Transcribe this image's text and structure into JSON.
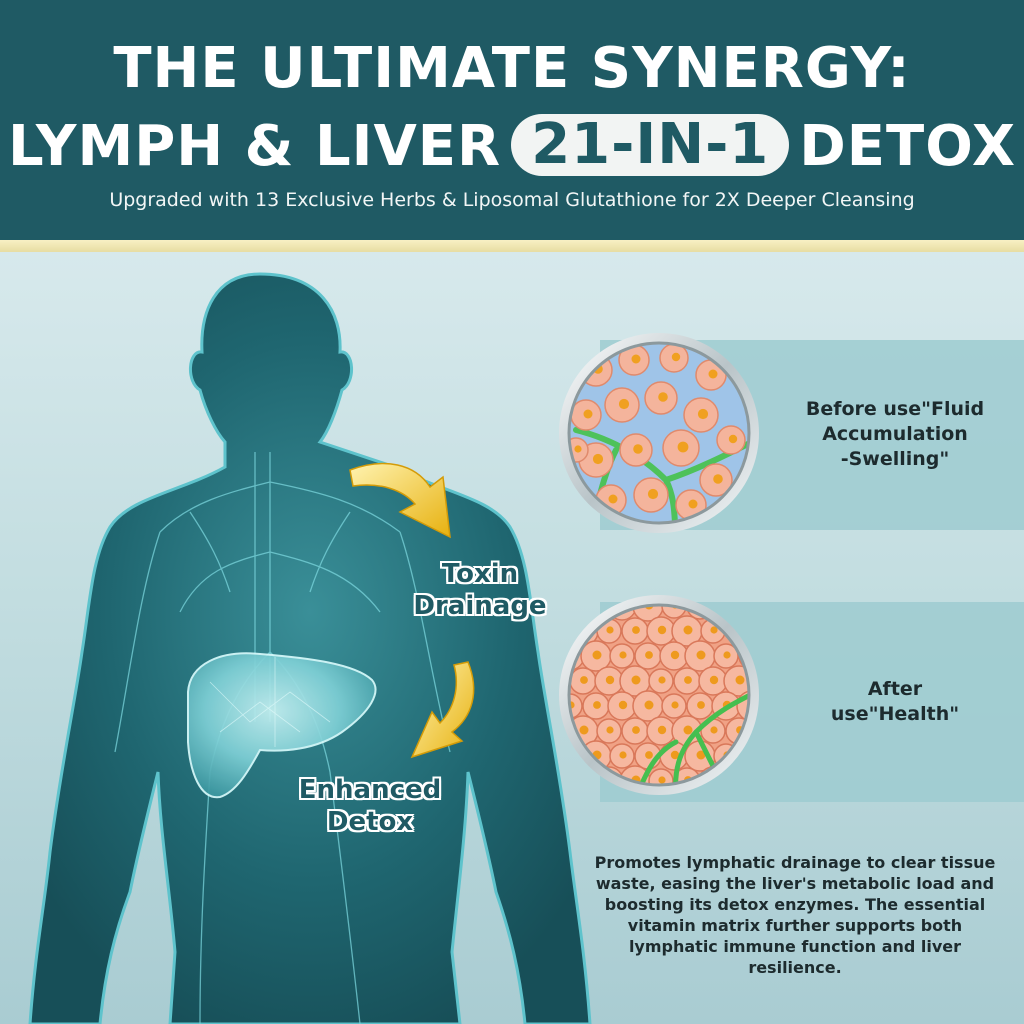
{
  "header": {
    "title_line1": "THE ULTIMATE SYNERGY:",
    "title_line2_left": "LYMPH & LIVER",
    "title_badge": "21-IN-1",
    "title_line2_right": "DETOX",
    "subtitle": "Upgraded with 13 Exclusive Herbs & Liposomal Glutathione for 2X Deeper Cleansing"
  },
  "figure": {
    "toxin_line1": "Toxin",
    "toxin_line2": "Drainage",
    "detox_line1": "Enhanced",
    "detox_line2": "Detox"
  },
  "comparison": {
    "before_line1": "Before use\"Fluid",
    "before_line2": "Accumulation",
    "before_line3": "-Swelling\"",
    "after_line1": "After",
    "after_line2": "use\"Health\""
  },
  "description": "Promotes lymphatic drainage to clear tissue waste, easing the liver's metabolic load and boosting its detox enzymes. The essential vitamin matrix further supports both lymphatic immune function and liver resilience.",
  "colors": {
    "header_bg": "#1f5a64",
    "accent_gold": "#f2c21a",
    "cell_color": "#f3a98e",
    "lymph_green": "#3cbf4a"
  }
}
